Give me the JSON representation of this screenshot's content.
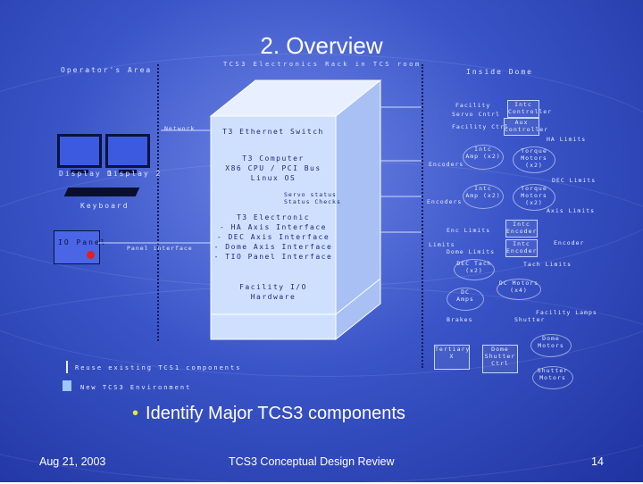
{
  "title": "2. Overview",
  "regions": {
    "operator": "Operator's Area",
    "electronics": "TCS3 Electronics Rack in TCS room",
    "inside": "Inside Dome"
  },
  "operator": {
    "display1": "Display 1",
    "display2": "Display 2",
    "keyboard": "Keyboard",
    "io_panel": "IO Panel",
    "panel_note": "Panel interface"
  },
  "rack": {
    "switch": "T3 Ethernet Switch",
    "computer": [
      "T3 Computer",
      "X86 CPU / PCI Bus",
      "Linux OS"
    ],
    "network": "Network",
    "servo_note": [
      "Servo status",
      "Status Checks"
    ],
    "electronic": [
      "T3 Electronic",
      "- HA Axis Interface",
      "- DEC Axis Interface",
      "- Dome Axis Interface",
      "- TIO Panel Interface"
    ],
    "facility": [
      "Facility I/O",
      "Hardware"
    ]
  },
  "inside": {
    "boxes": [
      [
        "Intc",
        "Controller"
      ],
      [
        "Aux",
        "Controller"
      ],
      [
        "Intc",
        "Encoder"
      ],
      [
        "Intc",
        "Encoder"
      ],
      [
        "Tertiary",
        "X"
      ],
      [
        "Dome",
        "Shutter",
        "Ctrl"
      ]
    ],
    "ovals": [
      [
        "Intc",
        "Amp (x2)"
      ],
      [
        "Intc",
        "Amp (x2)"
      ],
      [
        "Torque",
        "Motors",
        "(x2)"
      ],
      [
        "Torque",
        "Motors",
        "(x2)"
      ],
      [
        "DEC Tach",
        "(x2)"
      ],
      [
        "DC Motors",
        "(x4)"
      ],
      [
        "DC",
        "Amps"
      ],
      [
        "Dome",
        "Motors"
      ],
      [
        "Shutter",
        "Motors"
      ]
    ],
    "labels": [
      "Facility",
      "Servo Cntrl",
      "Facility Ctrl",
      "Encoders",
      "Encoders",
      "Enc Limits",
      "Axis Limits",
      "HA Limits",
      "DEC Limits",
      "Dome Limits",
      "Tach Limits",
      "Brakes",
      "Facility Lamps",
      "Limits",
      "Shutter",
      "Encoder"
    ]
  },
  "legend": {
    "existing": "Reuse existing TCS1 components",
    "new": "New TCS3 Environment"
  },
  "bullet": "Identify Major TCS3 components",
  "footer": {
    "date": "Aug 21, 2003",
    "center": "TCS3 Conceptual Design Review",
    "page": "14"
  },
  "colors": {
    "accent": "#e6e640",
    "box_front": "#cfe0ff",
    "box_side": "#9fb8f0"
  }
}
